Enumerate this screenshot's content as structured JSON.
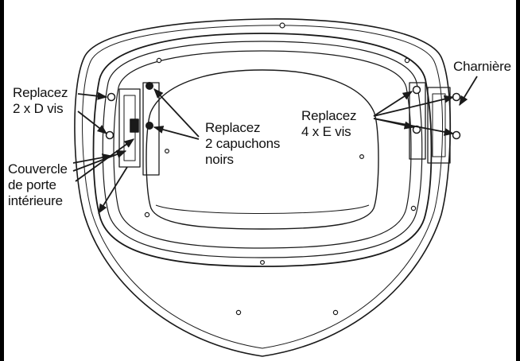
{
  "callouts": {
    "d_screws": "Replacez\n2 x D vis",
    "black_caps": "Replacez\n2 capuchons\nnoirs",
    "e_screws": "Replacez\n4 x E vis",
    "hinge": "Charnière",
    "inner_cover": "Couvercle\nde porte\nintérieure"
  },
  "colors": {
    "line": "#1a1a1a",
    "frame": "#000000",
    "background": "#ffffff"
  },
  "icons": {
    "screw": "screw-icon",
    "cap": "black-cap-icon",
    "arrow": "arrow-icon"
  }
}
